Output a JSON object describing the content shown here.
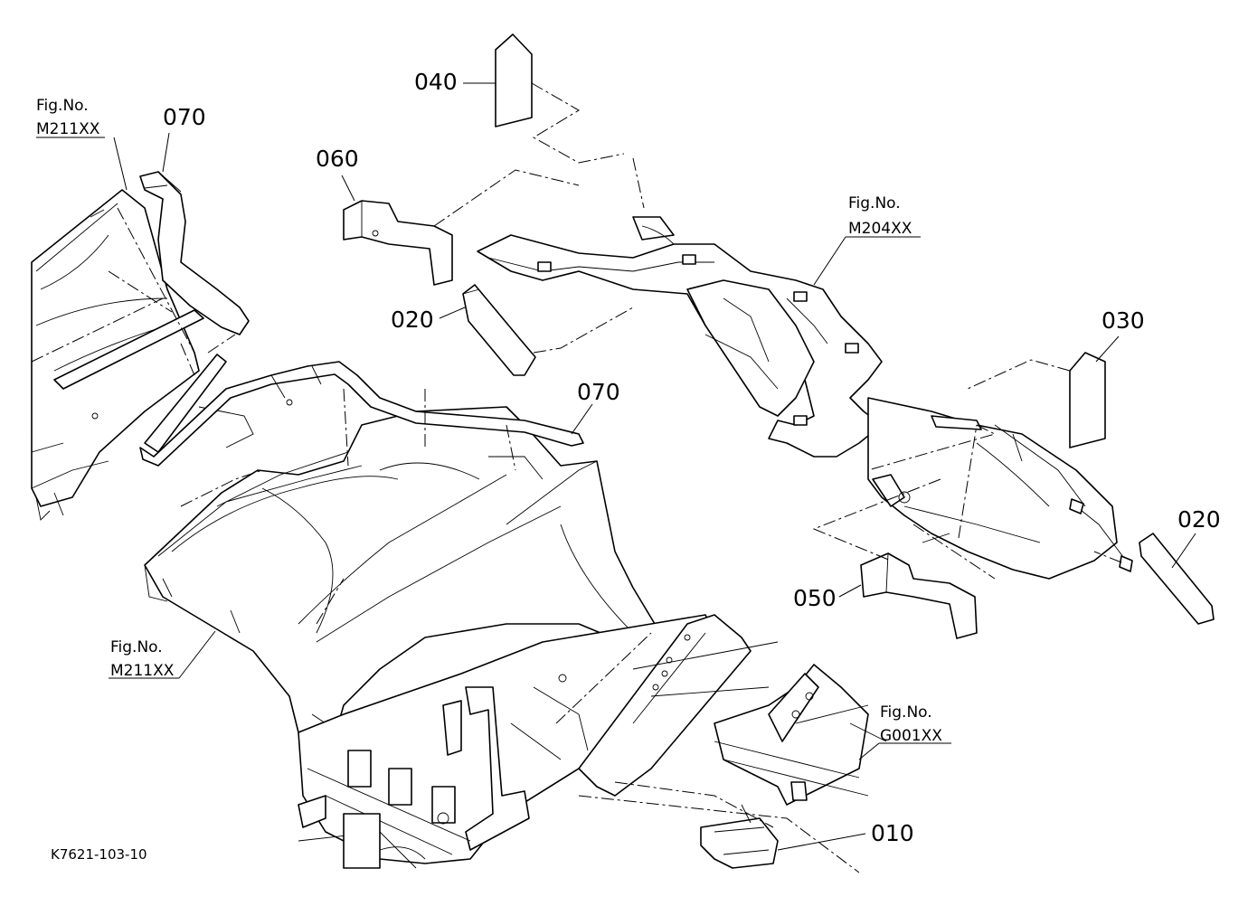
{
  "diagram": {
    "part_numbers": {
      "p040": "040",
      "p060": "060",
      "p020_a": "020",
      "p070_a": "070",
      "p070_b": "070",
      "p030": "030",
      "p020_b": "020",
      "p050": "050",
      "p010": "010"
    },
    "figure_refs": [
      {
        "label": "Fig.No.",
        "code": "M211XX"
      },
      {
        "label": "Fig.No.",
        "code": "M204XX"
      },
      {
        "label": "Fig.No.",
        "code": "M211XX"
      },
      {
        "label": "Fig.No.",
        "code": "G001XX"
      }
    ],
    "drawing_code": "K7621-103-10"
  }
}
